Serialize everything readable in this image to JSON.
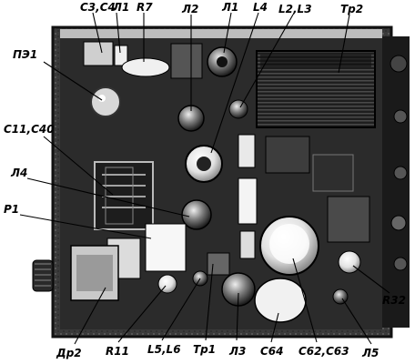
{
  "labels": {
    "c3c4": "С3,С4",
    "l1": "Л1",
    "r7": "R7",
    "lamp2": "Л2",
    "lamp1": "Л1",
    "L4": "L4",
    "L2L3": "L2,L3",
    "tr2": "Тр2",
    "pe1": "ПЭ1",
    "c11c40": "С11,С40",
    "lamp4": "Л4",
    "p1": "Р1",
    "dr2": "Др2",
    "r11": "R11",
    "l5l6": "L5,L6",
    "tr1": "Тр1",
    "lamp3": "Л3",
    "c64": "С64",
    "c62c63": "С62,С63",
    "lamp5": "Л5",
    "r32": "R32"
  },
  "colors": {
    "chassis_dark": "#1b1b1b",
    "chassis_mid": "#5a5a5a",
    "metal_light": "#d9d9d9",
    "paper": "#ffffff"
  }
}
